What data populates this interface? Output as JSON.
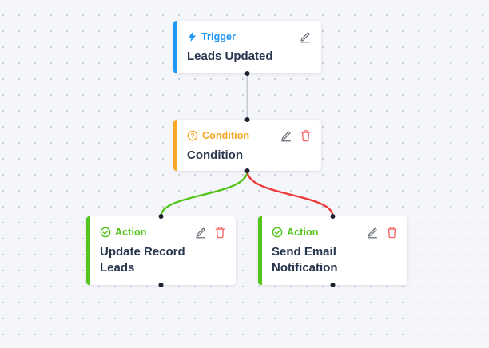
{
  "canvas": {
    "background_color": "#f5f6fa",
    "grid_dot_color": "#c9cdd8"
  },
  "nodes": {
    "trigger": {
      "type_label": "Trigger",
      "title": "Leads Updated",
      "accent": "#2196f3",
      "icon": "lightning-icon"
    },
    "condition": {
      "type_label": "Condition",
      "title": "Condition",
      "accent": "#f9a825",
      "icon": "question-circle-icon",
      "question_mark": "?"
    },
    "action_left": {
      "type_label": "Action",
      "title": "Update Record Leads",
      "accent": "#52c41a",
      "icon": "check-circle-icon"
    },
    "action_right": {
      "type_label": "Action",
      "title": "Send Email Notification",
      "accent": "#52c41a",
      "icon": "check-circle-icon"
    }
  },
  "edges": {
    "trigger_to_condition": {
      "color": "#c8ccd5"
    },
    "condition_to_action_left": {
      "color": "#52c41a"
    },
    "condition_to_action_right": {
      "color": "#ee3b3b"
    }
  },
  "icons": {
    "edit_color": "#70757e",
    "delete_color": "#f56c6c",
    "handle_color": "#1c2130"
  }
}
